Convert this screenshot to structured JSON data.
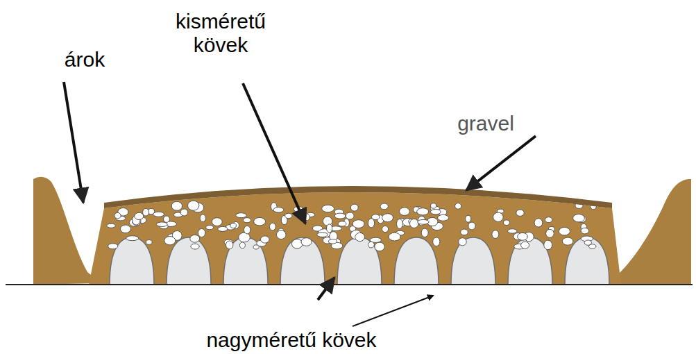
{
  "diagram": {
    "labels": [
      "árok",
      "kisméretű kövek",
      "gravel",
      "nagyméretű kövek"
    ]
  }
}
